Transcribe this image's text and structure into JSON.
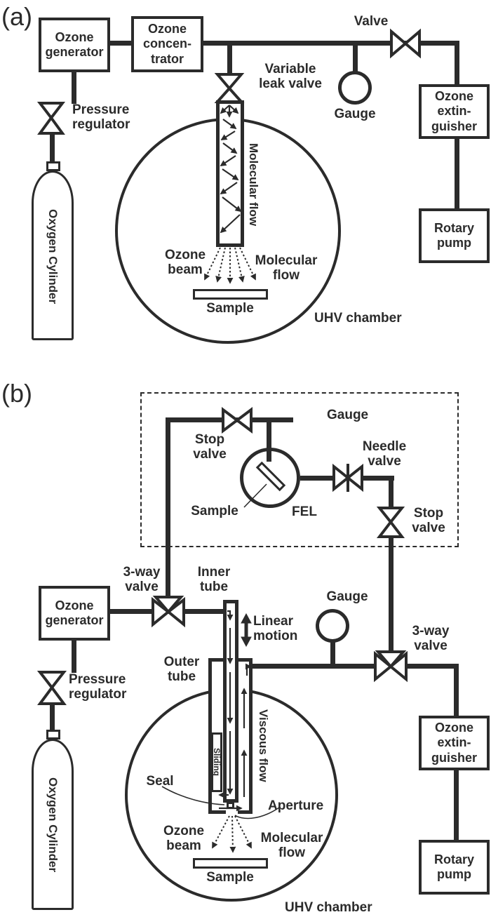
{
  "colors": {
    "ink": "#2b2b2b",
    "background": "#ffffff"
  },
  "panel_a": {
    "tag": "(a)",
    "ozone_generator": "Ozone\ngenerator",
    "ozone_concentrator": "Ozone\nconcen-\ntrator",
    "valve": "Valve",
    "gauge": "Gauge",
    "ozone_extinguisher": "Ozone\nextin-\nguisher",
    "rotary_pump": "Rotary\npump",
    "variable_leak_valve": "Variable\nleak valve",
    "pressure_regulator": "Pressure\nregulator",
    "oxygen_cylinder": "Oxygen Cylinder",
    "molecular_flow_tube": "Molecular flow",
    "ozone_beam": "Ozone\nbeam",
    "molecular_flow_beam": "Molecular\nflow",
    "sample": "Sample",
    "uhv_chamber": "UHV chamber"
  },
  "panel_b": {
    "tag": "(b)",
    "stop_valve_top": "Stop\nvalve",
    "gauge_fel": "Gauge",
    "needle_valve": "Needle\nvalve",
    "stop_valve_right": "Stop\nvalve",
    "fel_sample": "Sample",
    "fel": "FEL",
    "three_way_valve_left": "3-way\nvalve",
    "inner_tube": "Inner\ntube",
    "linear_motion": "Linear\nmotion",
    "gauge_main": "Gauge",
    "three_way_valve_right": "3-way\nvalve",
    "outer_tube": "Outer\ntube",
    "ozone_generator": "Ozone\ngenerator",
    "pressure_regulator": "Pressure\nregulator",
    "oxygen_cylinder": "Oxygen Cylinder",
    "sliding": "Sliding",
    "viscous_flow": "Viscous flow",
    "seal": "Seal",
    "aperture": "Aperture",
    "ozone_beam": "Ozone\nbeam",
    "molecular_flow": "Molecular\nflow",
    "sample": "Sample",
    "uhv_chamber": "UHV chamber",
    "ozone_extinguisher": "Ozone\nextin-\nguisher",
    "rotary_pump": "Rotary\npump"
  }
}
